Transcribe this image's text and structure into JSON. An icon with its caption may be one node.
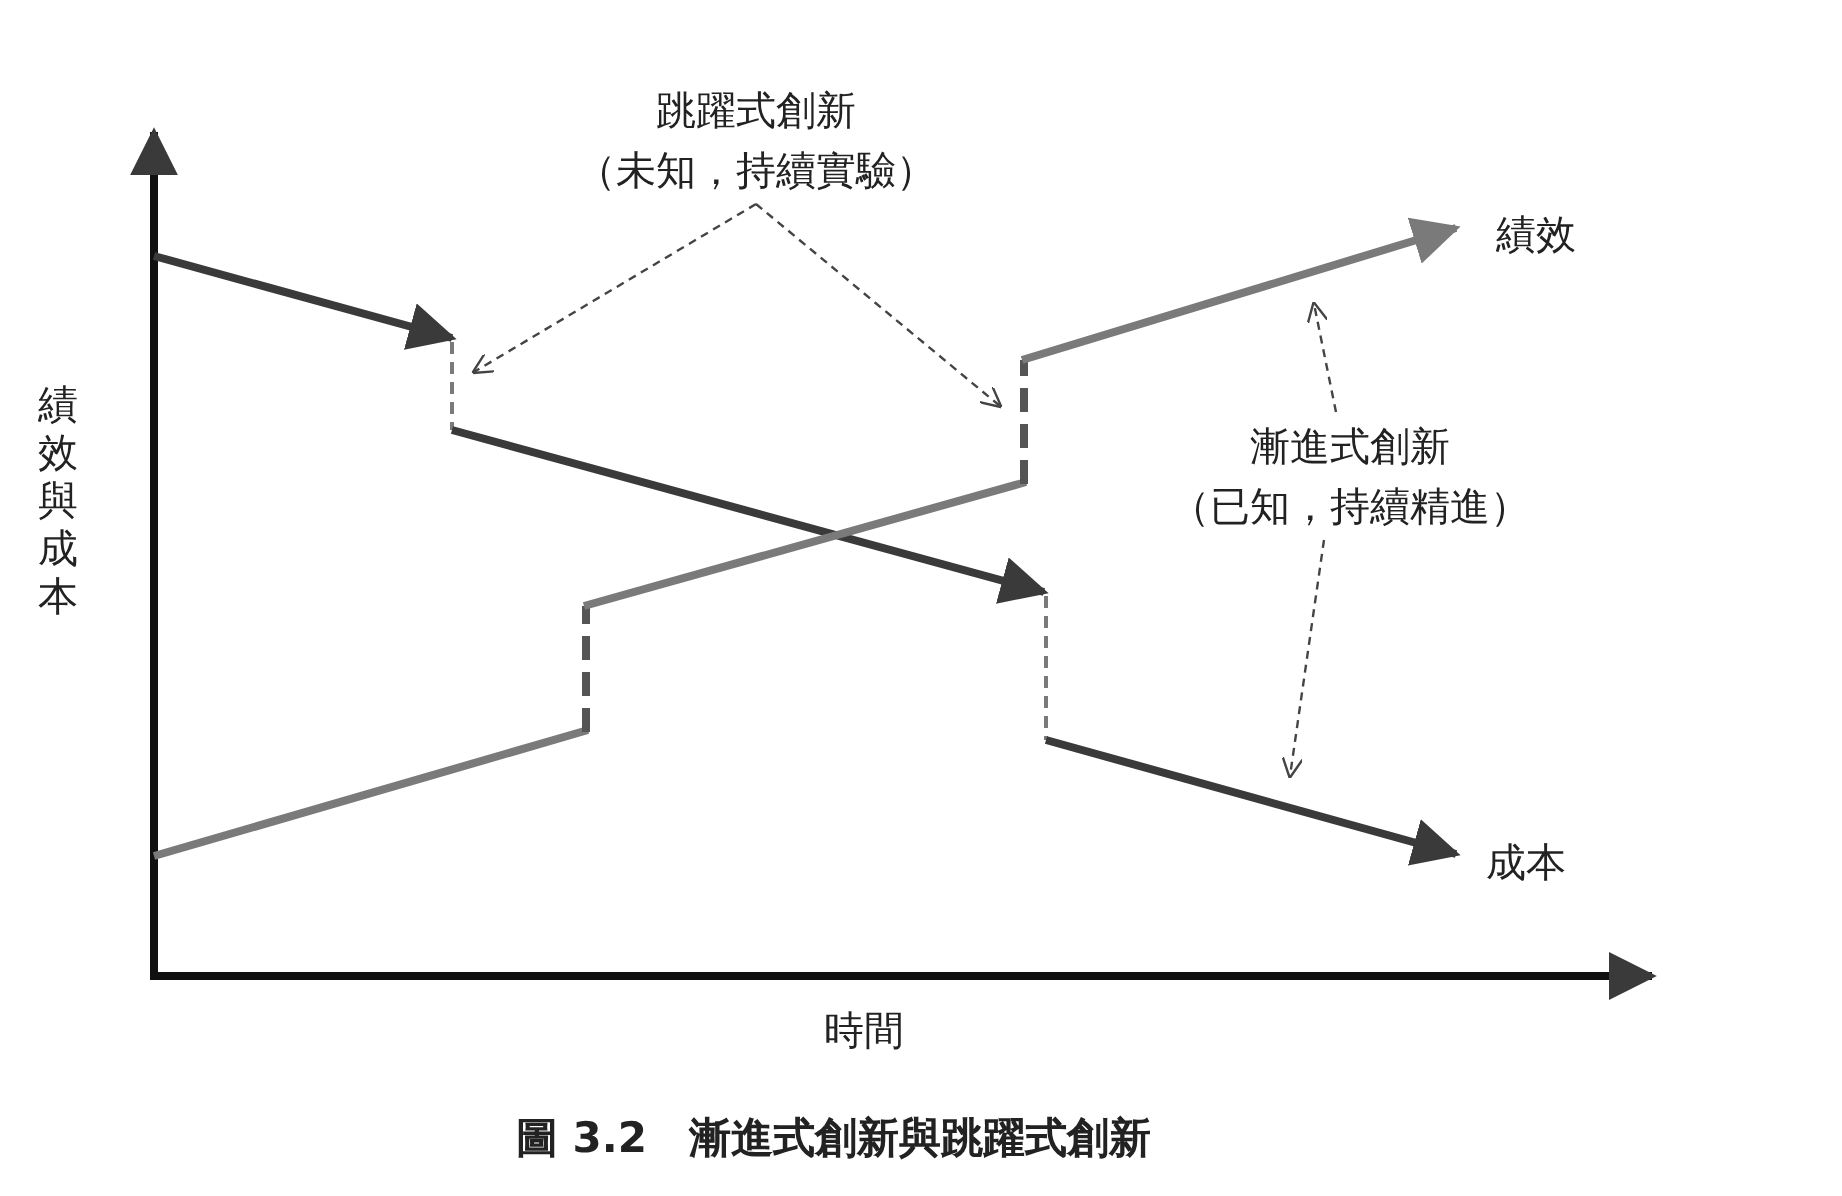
{
  "diagram": {
    "caption": "圖 3.2　漸進式創新與跳躍式創新",
    "nodes": [
      {
        "text": [
          "跳躍式創新",
          "（未知，持續實驗）"
        ]
      },
      {
        "text": [
          "漸進式創新",
          "（已知，持續精進）"
        ]
      }
    ],
    "edges": [
      {
        "from": 0,
        "to": null,
        "arrow": "to",
        "style": "dashed"
      },
      {
        "from": 0,
        "to": null,
        "arrow": "to",
        "style": "dashed"
      },
      {
        "from": 1,
        "to": null,
        "arrow": "to",
        "style": "dashed"
      },
      {
        "from": 1,
        "to": null,
        "arrow": "to",
        "style": "dashed"
      }
    ],
    "labels": [
      "績效",
      "績效與成本",
      "成本",
      "時間"
    ]
  }
}
